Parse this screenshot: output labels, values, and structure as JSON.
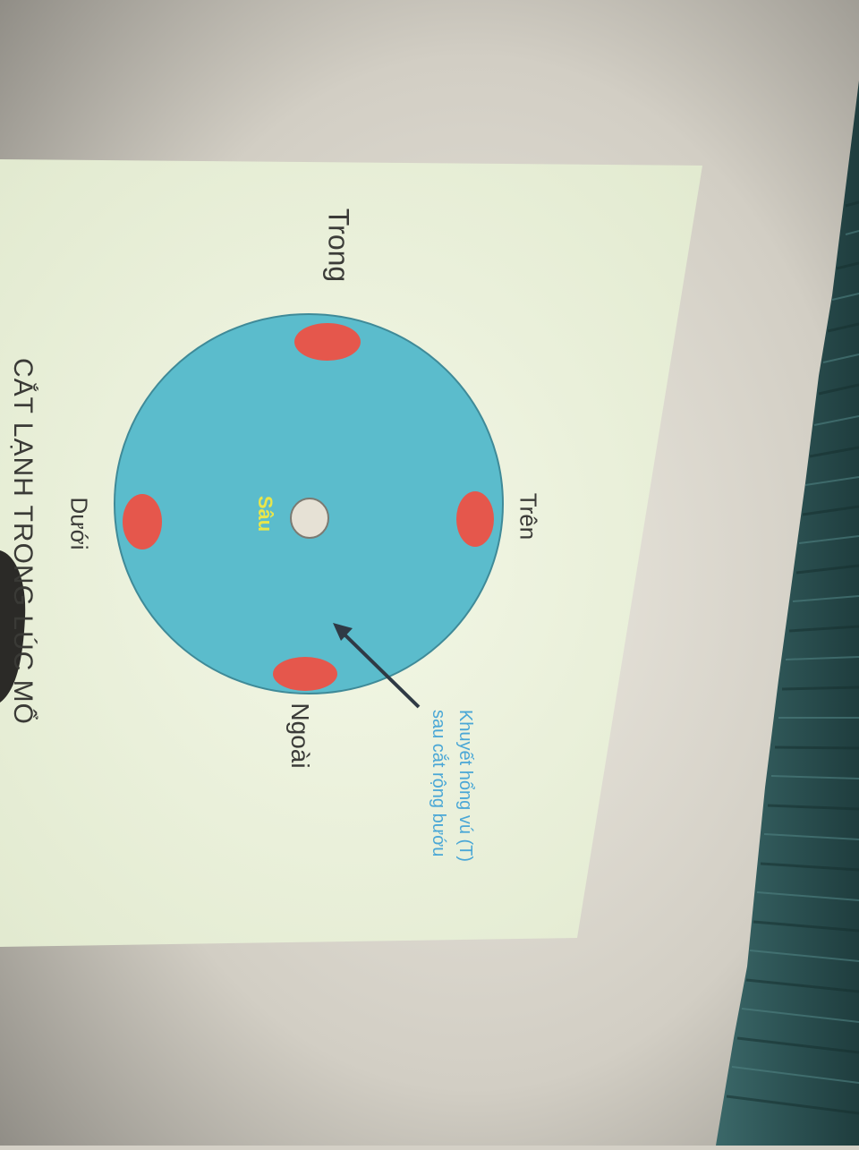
{
  "slide": {
    "labels": {
      "top": "Trên",
      "bottom": "Dưới",
      "inner": "Trong",
      "outer": "Ngoài",
      "deep": "Sâu"
    },
    "annotation": {
      "line1": "Khuyết hổng vú (T)",
      "line2": "sau cắt rộng bướu"
    },
    "caption": "CẮT LẠNH TRONG LÚC MỔ"
  },
  "colors": {
    "slide_background": "#eef3df",
    "circle_fill": "#5bbccc",
    "spot_fill": "#e5574c",
    "center_fill": "#e6e1d5",
    "deep_label": "#e9e64a",
    "annotation_text": "#4aa7d6",
    "curtain": "#2d5556"
  },
  "icons": {
    "arrow": "arrow-pointing-to-defect"
  }
}
